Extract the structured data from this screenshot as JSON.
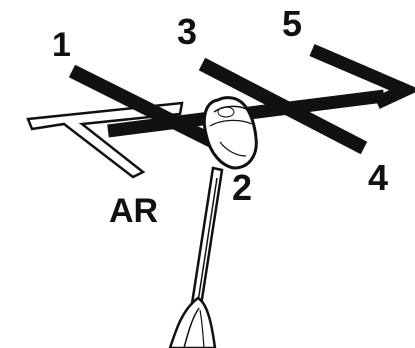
{
  "diagram": {
    "gears": {
      "first": "1",
      "second": "2",
      "third": "3",
      "fourth": "4",
      "fifth": "5",
      "reverse": "AR"
    },
    "colors": {
      "ink": "#111111",
      "background": "#ffffff"
    }
  }
}
